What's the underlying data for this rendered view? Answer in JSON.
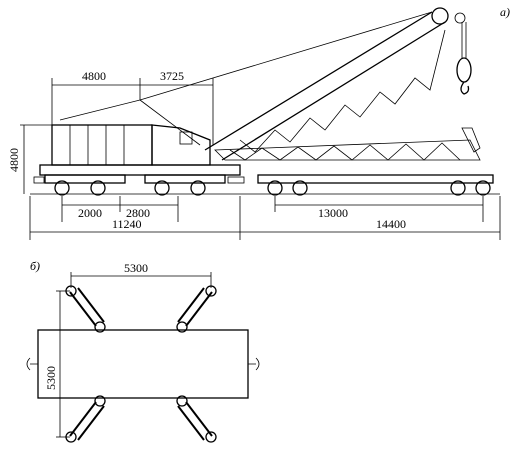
{
  "figure": {
    "label_a": "а)",
    "label_b": "б)"
  },
  "view_a": {
    "dims": {
      "boom_reach": "4800",
      "tail_radius": "3725",
      "height": "4800",
      "bogie_left": "2000",
      "bogie_right": "2800",
      "flatcar_base": "13000",
      "crane_length": "11240",
      "flatcar_length": "14400"
    }
  },
  "view_b": {
    "dims": {
      "outrigger_span_x": "5300",
      "outrigger_span_y": "5300"
    }
  }
}
